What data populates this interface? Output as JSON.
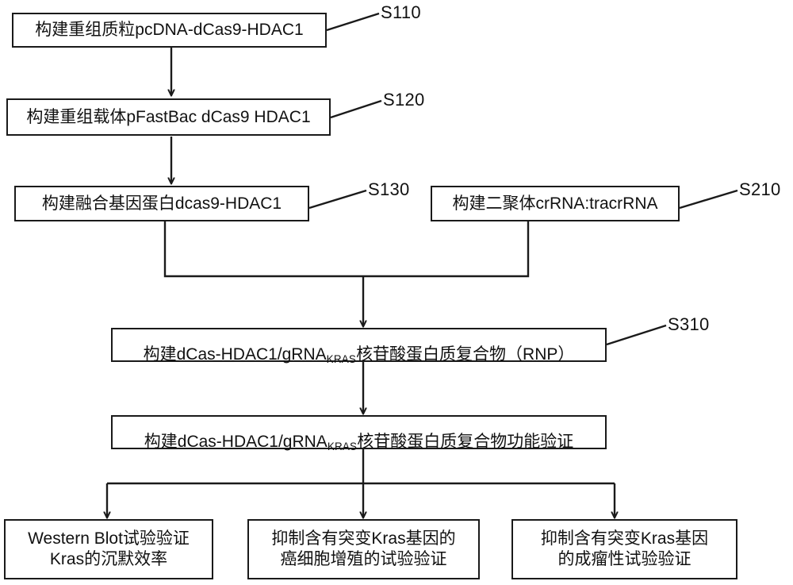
{
  "diagram": {
    "title": "dCas9-HDAC1 gene silencing workflow flowchart",
    "stroke_color": "#1a1a1a",
    "background_color": "#ffffff",
    "text_color": "#111111"
  },
  "nodes": {
    "s110": {
      "text": "构建重组质粒pcDNA-dCas9-HDAC1",
      "label": "S110"
    },
    "s120": {
      "text": "构建重组载体pFastBac dCas9 HDAC1",
      "label": "S120"
    },
    "s130": {
      "text": "构建融合基因蛋白dcas9-HDAC1",
      "label": "S130"
    },
    "s210": {
      "text": "构建二聚体crRNA:tracrRNA",
      "label": "S210"
    },
    "s310": {
      "prefix": "构建dCas-HDAC1/gRNA",
      "subscript": "KRAS",
      "suffix": "核苷酸蛋白质复合物（RNP）",
      "label": "S310"
    },
    "s320": {
      "prefix": "构建dCas-HDAC1/gRNA",
      "subscript": "KRAS",
      "suffix": "核苷酸蛋白质复合物功能验证",
      "label": ""
    },
    "result1": {
      "text": "Western Blot试验验证\nKras的沉默效率"
    },
    "result2": {
      "text": "抑制含有突变Kras基因的\n癌细胞增殖的试验验证"
    },
    "result3": {
      "text": "抑制含有突变Kras基因\n的成瘤性试验验证"
    }
  }
}
